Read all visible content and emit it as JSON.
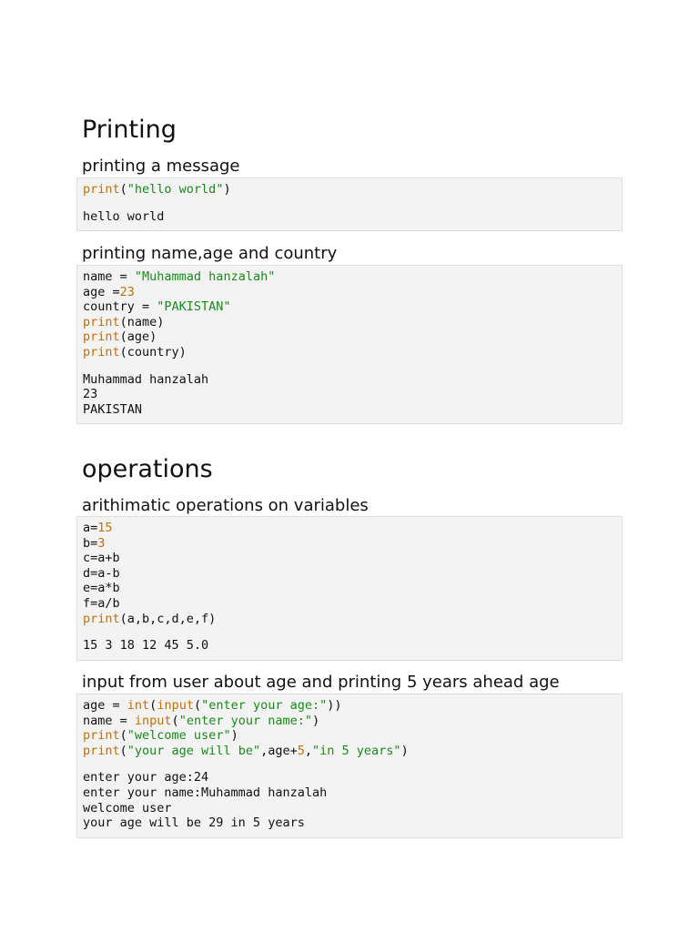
{
  "sections": [
    {
      "heading": "Printing",
      "cells": [
        {
          "title": "printing a message",
          "code": [
            [
              [
                "kw",
                "print"
              ],
              [
                "plain",
                "("
              ],
              [
                "str",
                "\"hello world\""
              ],
              [
                "plain",
                ")"
              ]
            ]
          ],
          "output": [
            "hello world"
          ]
        },
        {
          "title": "printing name,age and country",
          "code": [
            [
              [
                "plain",
                "name = "
              ],
              [
                "str",
                "\"Muhammad hanzalah\""
              ]
            ],
            [
              [
                "plain",
                "age ="
              ],
              [
                "num",
                "23"
              ]
            ],
            [
              [
                "plain",
                "country = "
              ],
              [
                "str",
                "\"PAKISTAN\""
              ]
            ],
            [
              [
                "kw",
                "print"
              ],
              [
                "plain",
                "(name)"
              ]
            ],
            [
              [
                "kw",
                "print"
              ],
              [
                "plain",
                "(age)"
              ]
            ],
            [
              [
                "kw",
                "print"
              ],
              [
                "plain",
                "(country)"
              ]
            ]
          ],
          "output": [
            "Muhammad hanzalah",
            "23",
            "PAKISTAN"
          ]
        }
      ]
    },
    {
      "heading": "operations",
      "cells": [
        {
          "title": "arithimatic operations on variables",
          "code": [
            [
              [
                "plain",
                "a="
              ],
              [
                "num",
                "15"
              ]
            ],
            [
              [
                "plain",
                "b="
              ],
              [
                "num",
                "3"
              ]
            ],
            [
              [
                "plain",
                "c=a+b"
              ]
            ],
            [
              [
                "plain",
                "d=a-b"
              ]
            ],
            [
              [
                "plain",
                "e=a*b"
              ]
            ],
            [
              [
                "plain",
                "f=a/b"
              ]
            ],
            [
              [
                "kw",
                "print"
              ],
              [
                "plain",
                "(a,b,c,d,e,f)"
              ]
            ]
          ],
          "output": [
            "15 3 18 12 45 5.0"
          ]
        },
        {
          "title": "input from user about age and printing 5 years ahead age",
          "code": [
            [
              [
                "plain",
                "age = "
              ],
              [
                "kw",
                "int"
              ],
              [
                "plain",
                "("
              ],
              [
                "kw",
                "input"
              ],
              [
                "plain",
                "("
              ],
              [
                "str",
                "\"enter your age:\""
              ],
              [
                "plain",
                "))"
              ]
            ],
            [
              [
                "plain",
                "name = "
              ],
              [
                "kw",
                "input"
              ],
              [
                "plain",
                "("
              ],
              [
                "str",
                "\"enter your name:\""
              ],
              [
                "plain",
                ")"
              ]
            ],
            [
              [
                "kw",
                "print"
              ],
              [
                "plain",
                "("
              ],
              [
                "str",
                "\"welcome user\""
              ],
              [
                "plain",
                ")"
              ]
            ],
            [
              [
                "kw",
                "print"
              ],
              [
                "plain",
                "("
              ],
              [
                "str",
                "\"your age will be\""
              ],
              [
                "plain",
                ",age+"
              ],
              [
                "num",
                "5"
              ],
              [
                "plain",
                ","
              ],
              [
                "str",
                "\"in 5 years\""
              ],
              [
                "plain",
                ")"
              ]
            ]
          ],
          "output": [
            "enter your age:24",
            "enter your name:Muhammad hanzalah",
            "welcome user",
            "your age will be 29 in 5 years"
          ]
        }
      ]
    }
  ],
  "colors": {
    "keyword": "#c0700a",
    "string": "#1a8a1a",
    "number": "#c0700a",
    "cell_background": "#f3f3f3"
  }
}
